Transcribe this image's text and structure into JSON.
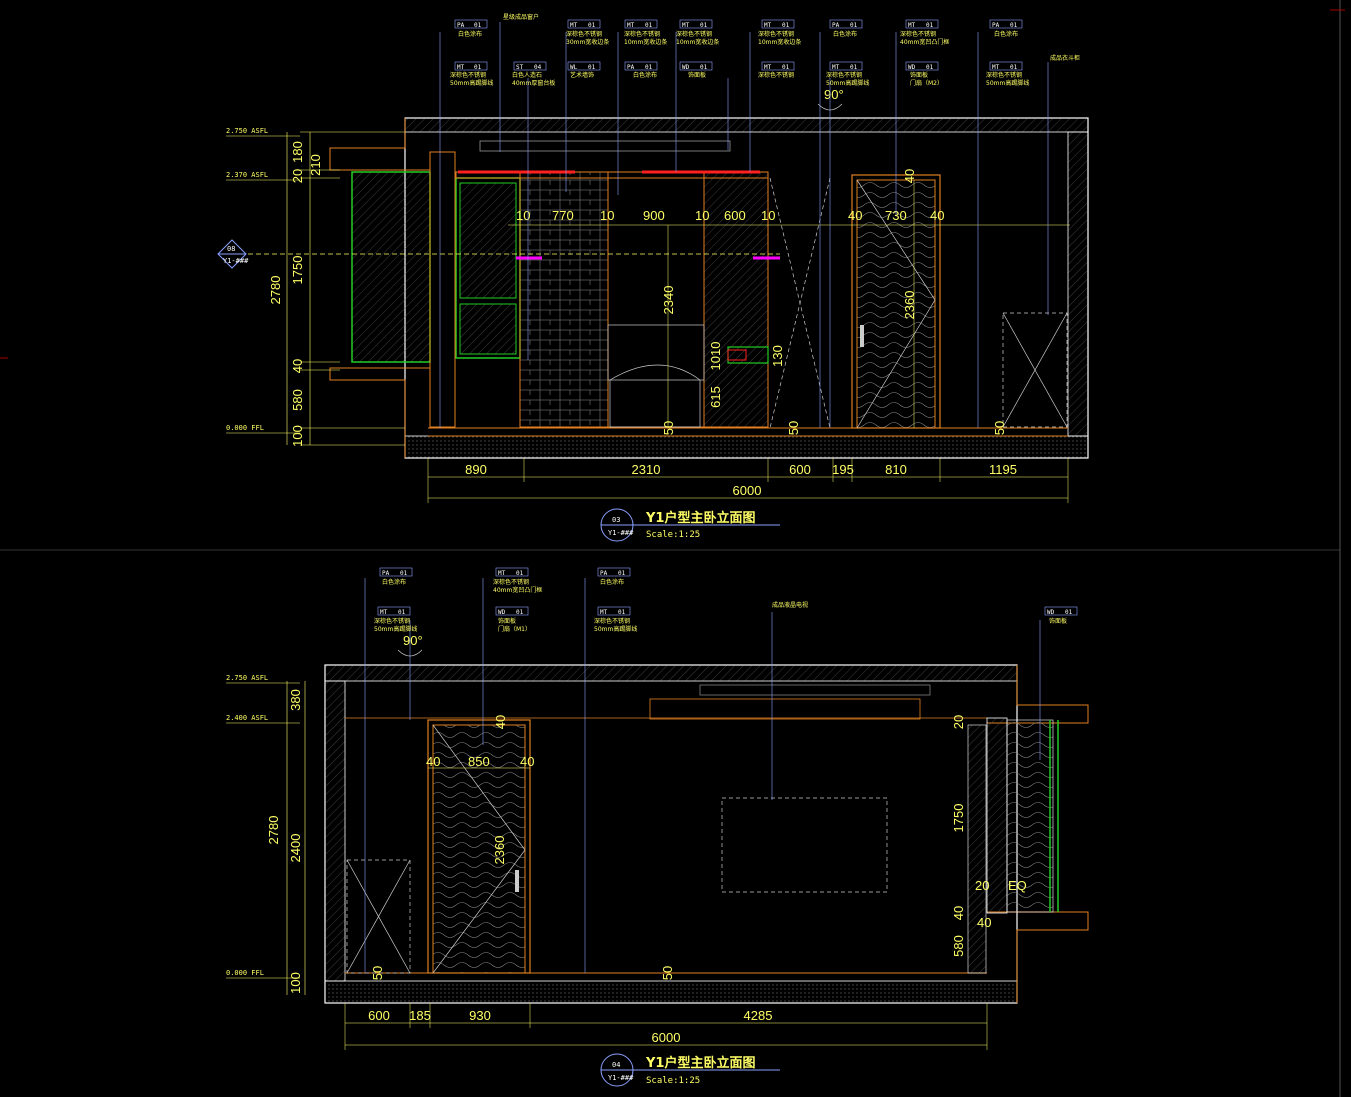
{
  "colors": {
    "background": "#000000",
    "wall": "#ffffff",
    "dimension": "#ffff66",
    "furniture": "#e08020",
    "glass": "#22cc22",
    "leader": "#8aa0ff",
    "accent": "#ff00ff",
    "red": "#ff2020"
  },
  "elevation_a": {
    "title": "Y1户型主卧立面图",
    "scale": "Scale:1:25",
    "symbol_num": "03",
    "symbol_ref": "Y1-###",
    "section_symbol_num": "08",
    "section_symbol_ref": "Y1-###",
    "levels": [
      "2.750 ASFL",
      "2.370 ASFL",
      "0.000 FFL"
    ],
    "left_dims": [
      "180",
      "20",
      "1750",
      "40",
      "580",
      "100"
    ],
    "outer_dims": [
      "2780",
      "210"
    ],
    "top_dims": [
      "10",
      "770",
      "10",
      "900",
      "10",
      "600",
      "10",
      "40",
      "730",
      "40",
      "40"
    ],
    "vertical_labels": [
      "2340",
      "2360",
      "1010",
      "130",
      "615",
      "50",
      "50",
      "50"
    ],
    "bottom_dims": [
      "890",
      "2310",
      "600",
      "195",
      "810",
      "1195"
    ],
    "total_dim": "6000",
    "angle": "90°",
    "tags": [
      {
        "code": "PA",
        "num": "01",
        "text": "白色涂布"
      },
      {
        "code": "MT",
        "num": "01",
        "text": "深棕色不锈钢\n30mm宽收边条"
      },
      {
        "code": "MT",
        "num": "01",
        "text": "深棕色不锈钢\n10mm宽收边条"
      },
      {
        "code": "MT",
        "num": "01",
        "text": "深棕色不锈钢\n10mm宽收边条"
      },
      {
        "code": "MT",
        "num": "01",
        "text": "深棕色不锈钢\n10mm宽收边条"
      },
      {
        "code": "PA",
        "num": "01",
        "text": "白色涂布"
      },
      {
        "code": "MT",
        "num": "01",
        "text": "深棕色不锈钢\n40mm宽凹凸门框"
      },
      {
        "code": "PA",
        "num": "01",
        "text": "白色涂布"
      },
      {
        "code": "MT",
        "num": "01",
        "text": "深棕色不锈钢\n50mm高踢脚线"
      },
      {
        "code": "ST",
        "num": "04",
        "text": "白色人造石\n40mm厚窗台板"
      },
      {
        "code": "WL",
        "num": "01",
        "text": "艺术墙饰"
      },
      {
        "code": "PA",
        "num": "01",
        "text": "白色涂布"
      },
      {
        "code": "WD",
        "num": "01",
        "text": "饰面板"
      },
      {
        "code": "MT",
        "num": "01",
        "text": "深棕色不锈钢"
      },
      {
        "code": "MT",
        "num": "01",
        "text": "深棕色不锈钢\n50mm高踢脚线"
      },
      {
        "code": "WD",
        "num": "01",
        "text": "饰面板\n门扇（M2）"
      },
      {
        "code": "MT",
        "num": "01",
        "text": "深棕色不锈钢\n50mm高踢脚线"
      }
    ],
    "notes": [
      "星级成品窗户",
      "成品衣斗柜"
    ]
  },
  "elevation_b": {
    "title": "Y1户型主卧立面图",
    "scale": "Scale:1:25",
    "symbol_num": "04",
    "symbol_ref": "Y1-###",
    "levels": [
      "2.750 ASFL",
      "2.400 ASFL",
      "0.000 FFL"
    ],
    "left_dims": [
      "380",
      "2400",
      "100"
    ],
    "outer_dims": [
      "2780"
    ],
    "door_dims": [
      "40",
      "40",
      "850",
      "40",
      "2360"
    ],
    "right_dims": [
      "20",
      "1750",
      "20",
      "EQ",
      "40",
      "40",
      "580"
    ],
    "floor_dims": [
      "50",
      "50"
    ],
    "bottom_dims": [
      "600",
      "185",
      "930",
      "4285"
    ],
    "total_dim": "6000",
    "angle": "90°",
    "tags": [
      {
        "code": "PA",
        "num": "01",
        "text": "白色涂布"
      },
      {
        "code": "MT",
        "num": "01",
        "text": "深棕色不锈钢\n40mm宽凹凸门框"
      },
      {
        "code": "PA",
        "num": "01",
        "text": "白色涂布"
      },
      {
        "code": "MT",
        "num": "01",
        "text": "深棕色不锈钢\n50mm高踢脚线"
      },
      {
        "code": "WD",
        "num": "01",
        "text": "饰面板\n门扇（M1）"
      },
      {
        "code": "MT",
        "num": "01",
        "text": "深棕色不锈钢\n50mm高踢脚线"
      },
      {
        "code": "WD",
        "num": "01",
        "text": "饰面板"
      }
    ],
    "notes": [
      "成品液晶电视"
    ]
  }
}
